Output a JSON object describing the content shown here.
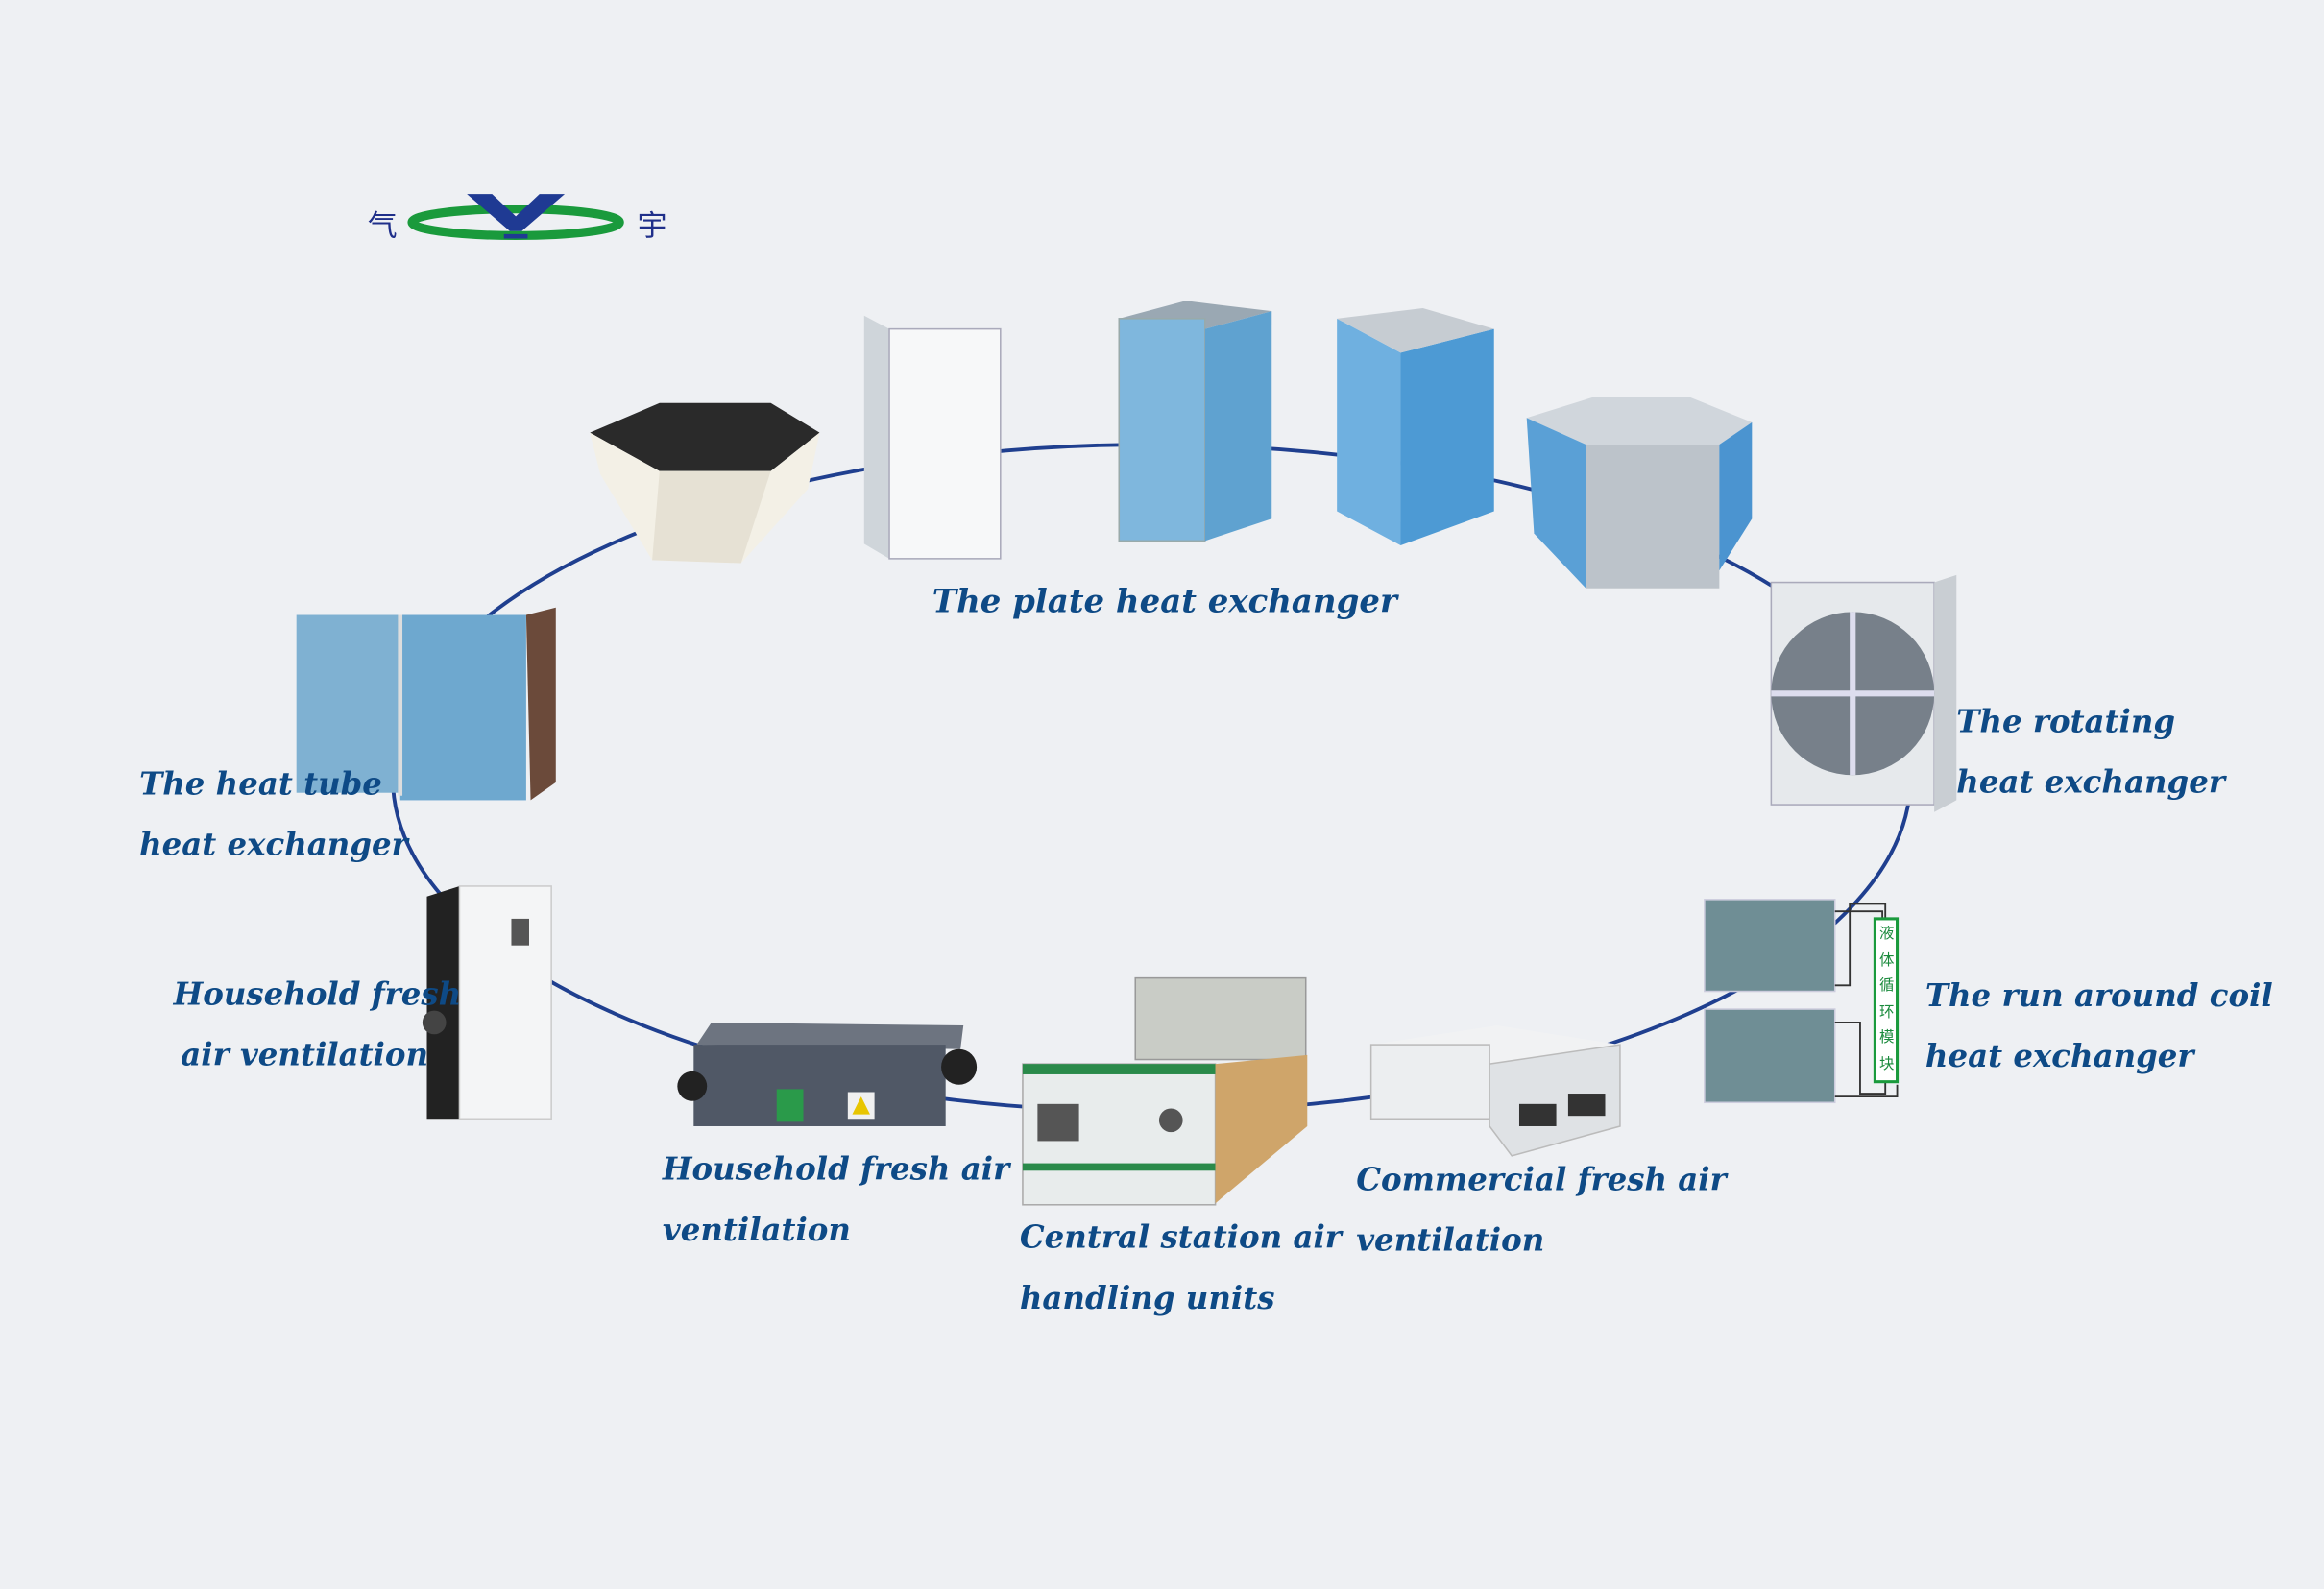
{
  "logo": {
    "left_char": "气",
    "right_char": "宇",
    "colors": {
      "blue": "#1f3a93",
      "green": "#1a9a3c"
    }
  },
  "connector_color": "#1f3f8f",
  "products": {
    "plate": {
      "label": "The plate heat exchanger"
    },
    "rotating": {
      "line1": "The rotating",
      "line2": "heat exchanger"
    },
    "run_around": {
      "line1": "The run around coil",
      "line2": "heat exchanger",
      "module_text": [
        "液",
        "体",
        "循",
        "环",
        "模",
        "块"
      ]
    },
    "commercial": {
      "line1": "Commercial fresh air",
      "line2": "ventilation"
    },
    "central": {
      "line1": "Central station air",
      "line2": "handling units"
    },
    "household_ceiling": {
      "line1": "Household fresh air",
      "line2": "ventilation"
    },
    "household_cabinet": {
      "line1": "Household fresh",
      "line2": "air ventilation"
    },
    "heat_tube": {
      "line1": "The heat tube",
      "line2": "heat exchanger"
    }
  },
  "label_color": "#0e4a86"
}
